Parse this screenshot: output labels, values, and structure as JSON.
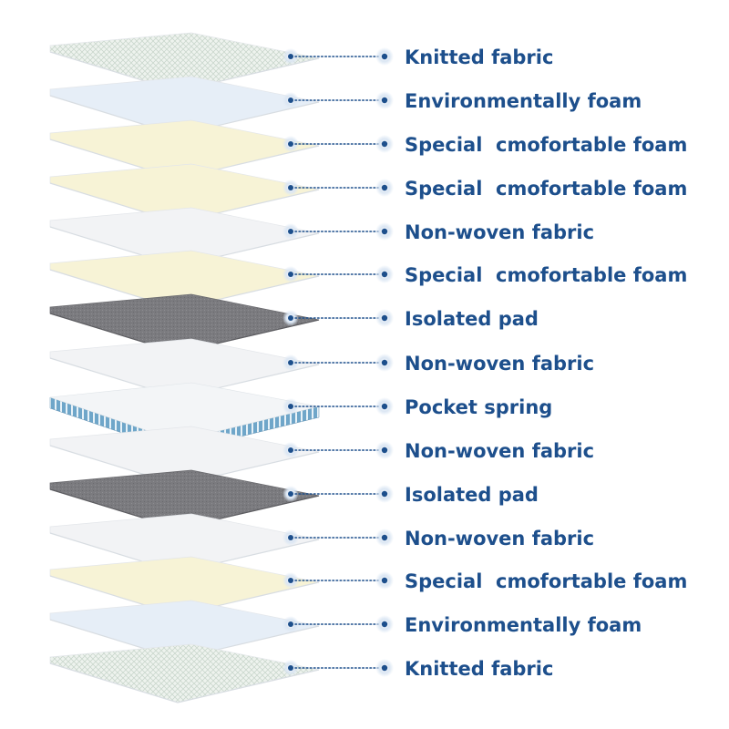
{
  "layers": [
    {
      "label": "Knitted fabric",
      "material": "knitted"
    },
    {
      "label": "Environmentally foam",
      "material": "eco-foam"
    },
    {
      "label": "Special  cmofortable foam",
      "material": "comfort-foam"
    },
    {
      "label": "Special  cmofortable foam",
      "material": "comfort-foam"
    },
    {
      "label": "Non-woven fabric",
      "material": "non-woven"
    },
    {
      "label": "Special  cmofortable foam",
      "material": "comfort-foam"
    },
    {
      "label": "Isolated pad",
      "material": "isolated-pad"
    },
    {
      "label": "Non-woven fabric",
      "material": "non-woven"
    },
    {
      "label": "Pocket spring",
      "material": "pocket-spring"
    },
    {
      "label": "Non-woven fabric",
      "material": "non-woven"
    },
    {
      "label": "Isolated pad",
      "material": "isolated-pad"
    },
    {
      "label": "Non-woven fabric",
      "material": "non-woven"
    },
    {
      "label": "Special  cmofortable foam",
      "material": "comfort-foam"
    },
    {
      "label": "Environmentally foam",
      "material": "eco-foam"
    },
    {
      "label": "Knitted fabric",
      "material": "knitted"
    }
  ],
  "colors": {
    "label_text": "#1d4f8c",
    "leader_line": "#1d4f8c",
    "knitted": "#eef3ee",
    "eco-foam": "#e6eef7",
    "comfort-foam": "#f7f3d6",
    "non-woven": "#f2f3f5",
    "isolated-pad": "#7d7d80",
    "pocket-spring": "#7fb0cf"
  }
}
